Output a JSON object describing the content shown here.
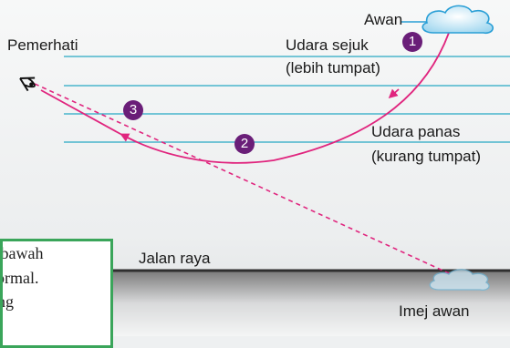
{
  "labels": {
    "observer": "Pemerhati",
    "cloud": "Awan",
    "cool_air_line1": "Udara sejuk",
    "cool_air_line2": "(lebih tumpat)",
    "warm_air_line1": "Udara panas",
    "warm_air_line2": "(kurang tumpat)",
    "road": "Jalan raya",
    "cloud_image": "Imej awan"
  },
  "steps": [
    "1",
    "2",
    "3"
  ],
  "callout": {
    "line1": "n bawah",
    "line2": "normal.",
    "line3": "ting"
  },
  "colors": {
    "air_layer_lines": "#27a9c4",
    "ray": "#e0257e",
    "step_marker": "#6a1e78",
    "callout_border": "#3aa55a",
    "cloud": "#2a9fd6",
    "road": "#2f2f2f"
  },
  "icons": [
    "eye-icon",
    "cloud-icon",
    "cloud-reflection-icon"
  ]
}
